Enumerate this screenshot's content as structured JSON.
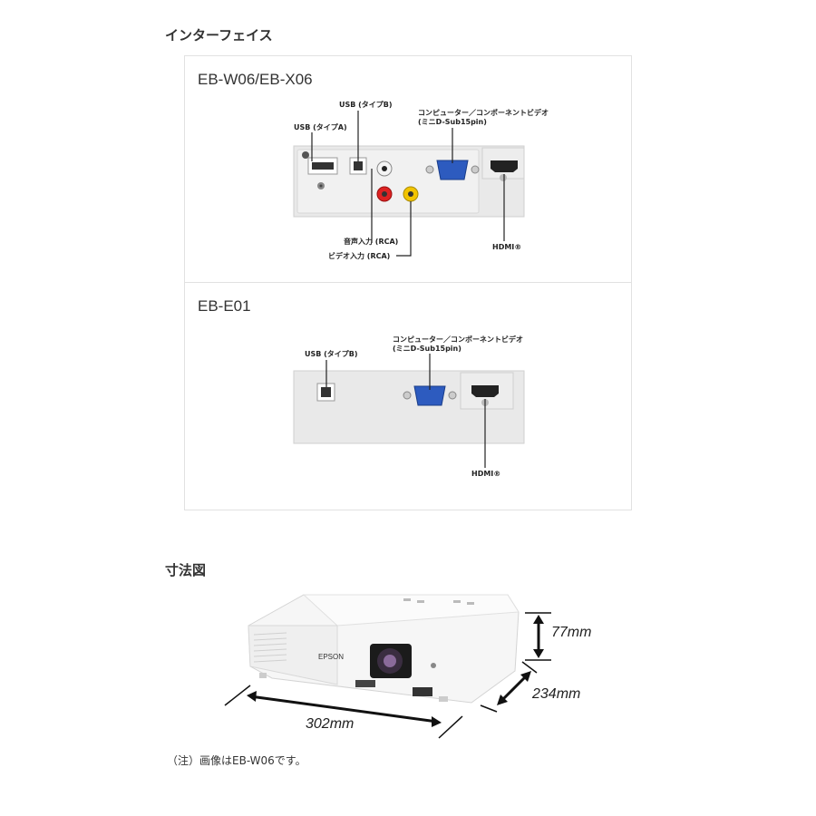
{
  "interface": {
    "title": "インターフェイス",
    "panel1": {
      "model": "EB-W06/EB-X06",
      "labels": {
        "usb_b": "USB (タイプB)",
        "usb_a": "USB (タイプA)",
        "computer": "コンピューター／コンポーネントビデオ",
        "computer_sub": "(ミニD-Sub15pin)",
        "audio": "音声入力 (RCA)",
        "video": "ビデオ入力 (RCA)",
        "hdmi": "HDMI®"
      }
    },
    "panel2": {
      "model": "EB-E01",
      "labels": {
        "usb_b": "USB (タイプB)",
        "computer": "コンピューター／コンポーネントビデオ",
        "computer_sub": "(ミニD-Sub15pin)",
        "hdmi": "HDMI®"
      }
    }
  },
  "dimensions": {
    "title": "寸法図",
    "height": "77mm",
    "depth": "234mm",
    "width": "302mm",
    "brand": "EPSON"
  },
  "note": "（注）画像はEB-W06です。"
}
